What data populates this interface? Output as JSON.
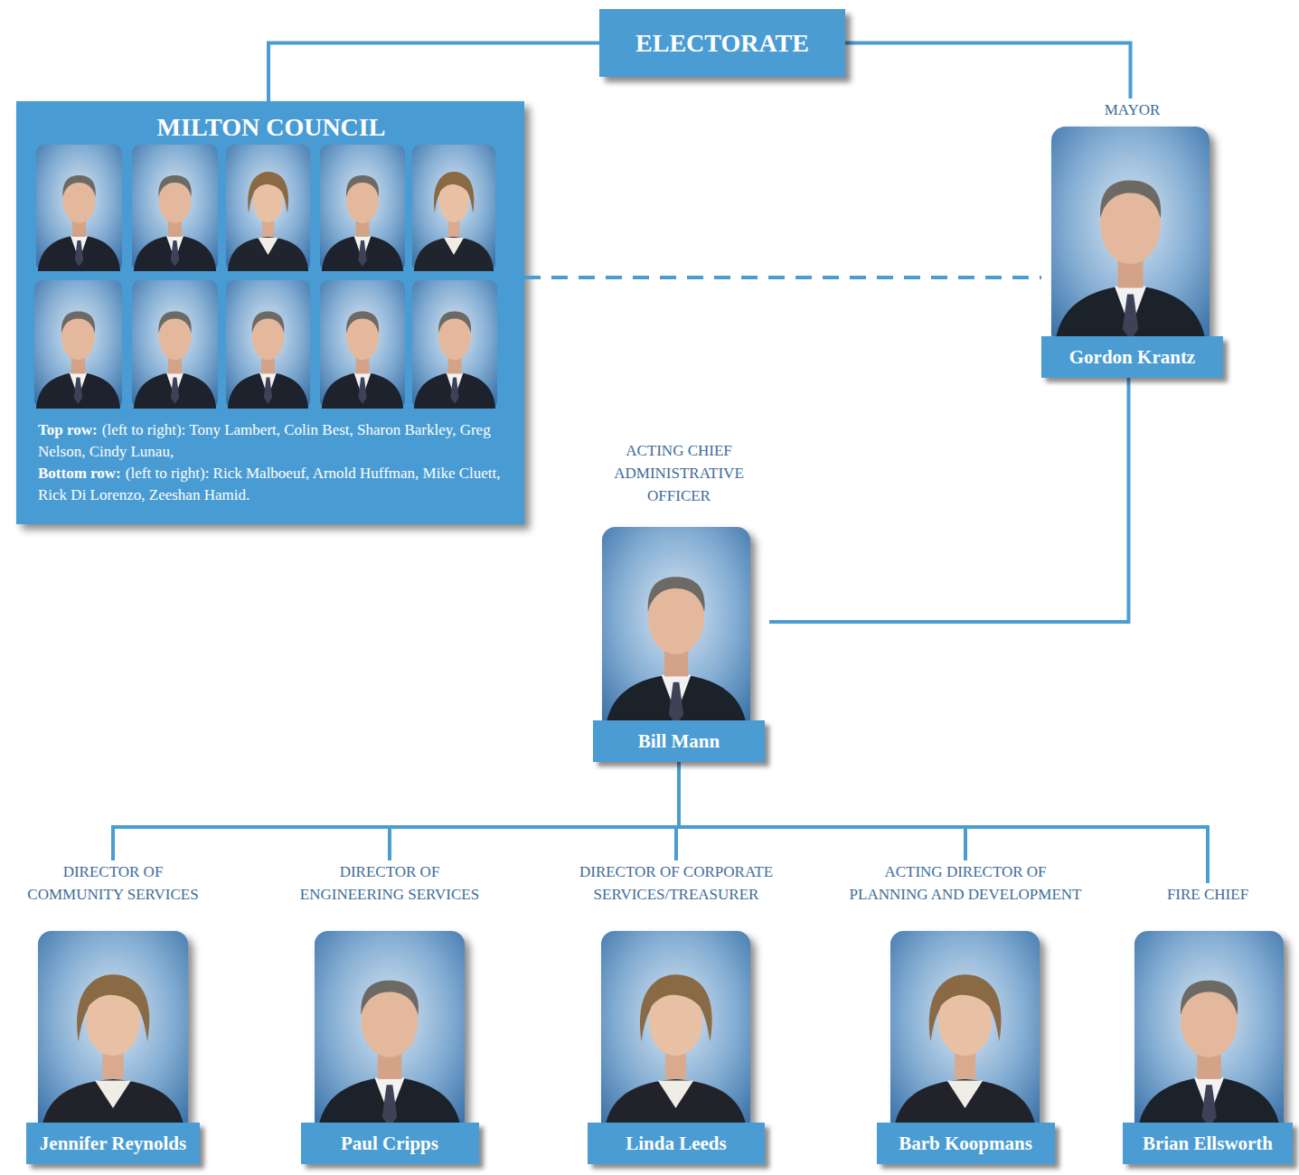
{
  "diagram": {
    "nodes": [
      {
        "text": [
          "ELECTORATE"
        ]
      },
      {
        "text": [
          "MILTON COUNCIL",
          "Top row:",
          "(left to right): Tony Lambert, Colin Best, Sharon Barkley, Greg  Nelson, Cindy Lunau,",
          "Bottom row:",
          "(left to right): Rick Malboeuf, Arnold Huffman, Mike Cluett, Rick Di Lorenzo, Zeeshan Hamid."
        ]
      },
      {
        "text": [
          "MAYOR",
          "Gordon Krantz"
        ]
      },
      {
        "text": [
          "ACTING CHIEF ADMINISTRATIVE OFFICER",
          "Bill Mann"
        ]
      },
      {
        "text": [
          "DIRECTOR OF COMMUNITY SERVICES",
          "Jennifer Reynolds"
        ]
      },
      {
        "text": [
          "DIRECTOR OF ENGINEERING SERVICES",
          "Paul Cripps"
        ]
      },
      {
        "text": [
          "DIRECTOR OF CORPORATE SERVICES/TREASURER",
          "Linda Leeds"
        ]
      },
      {
        "text": [
          "ACTING DIRECTOR OF PLANNING AND DEVELOPMENT",
          "Barb Koopmans"
        ]
      },
      {
        "text": [
          "FIRE CHIEF",
          "Brian Ellsworth"
        ]
      }
    ],
    "edges": [
      {
        "from": 0,
        "to": 1,
        "arrow": "none"
      },
      {
        "from": 0,
        "to": 2,
        "arrow": "none"
      },
      {
        "from": 1,
        "to": 2,
        "arrow": "none"
      },
      {
        "from": 2,
        "to": 3,
        "arrow": "none"
      },
      {
        "from": 3,
        "to": 4,
        "arrow": "none"
      },
      {
        "from": 3,
        "to": 5,
        "arrow": "none"
      },
      {
        "from": 3,
        "to": 6,
        "arrow": "none"
      },
      {
        "from": 3,
        "to": 7,
        "arrow": "none"
      },
      {
        "from": 3,
        "to": 8,
        "arrow": "none"
      }
    ]
  }
}
